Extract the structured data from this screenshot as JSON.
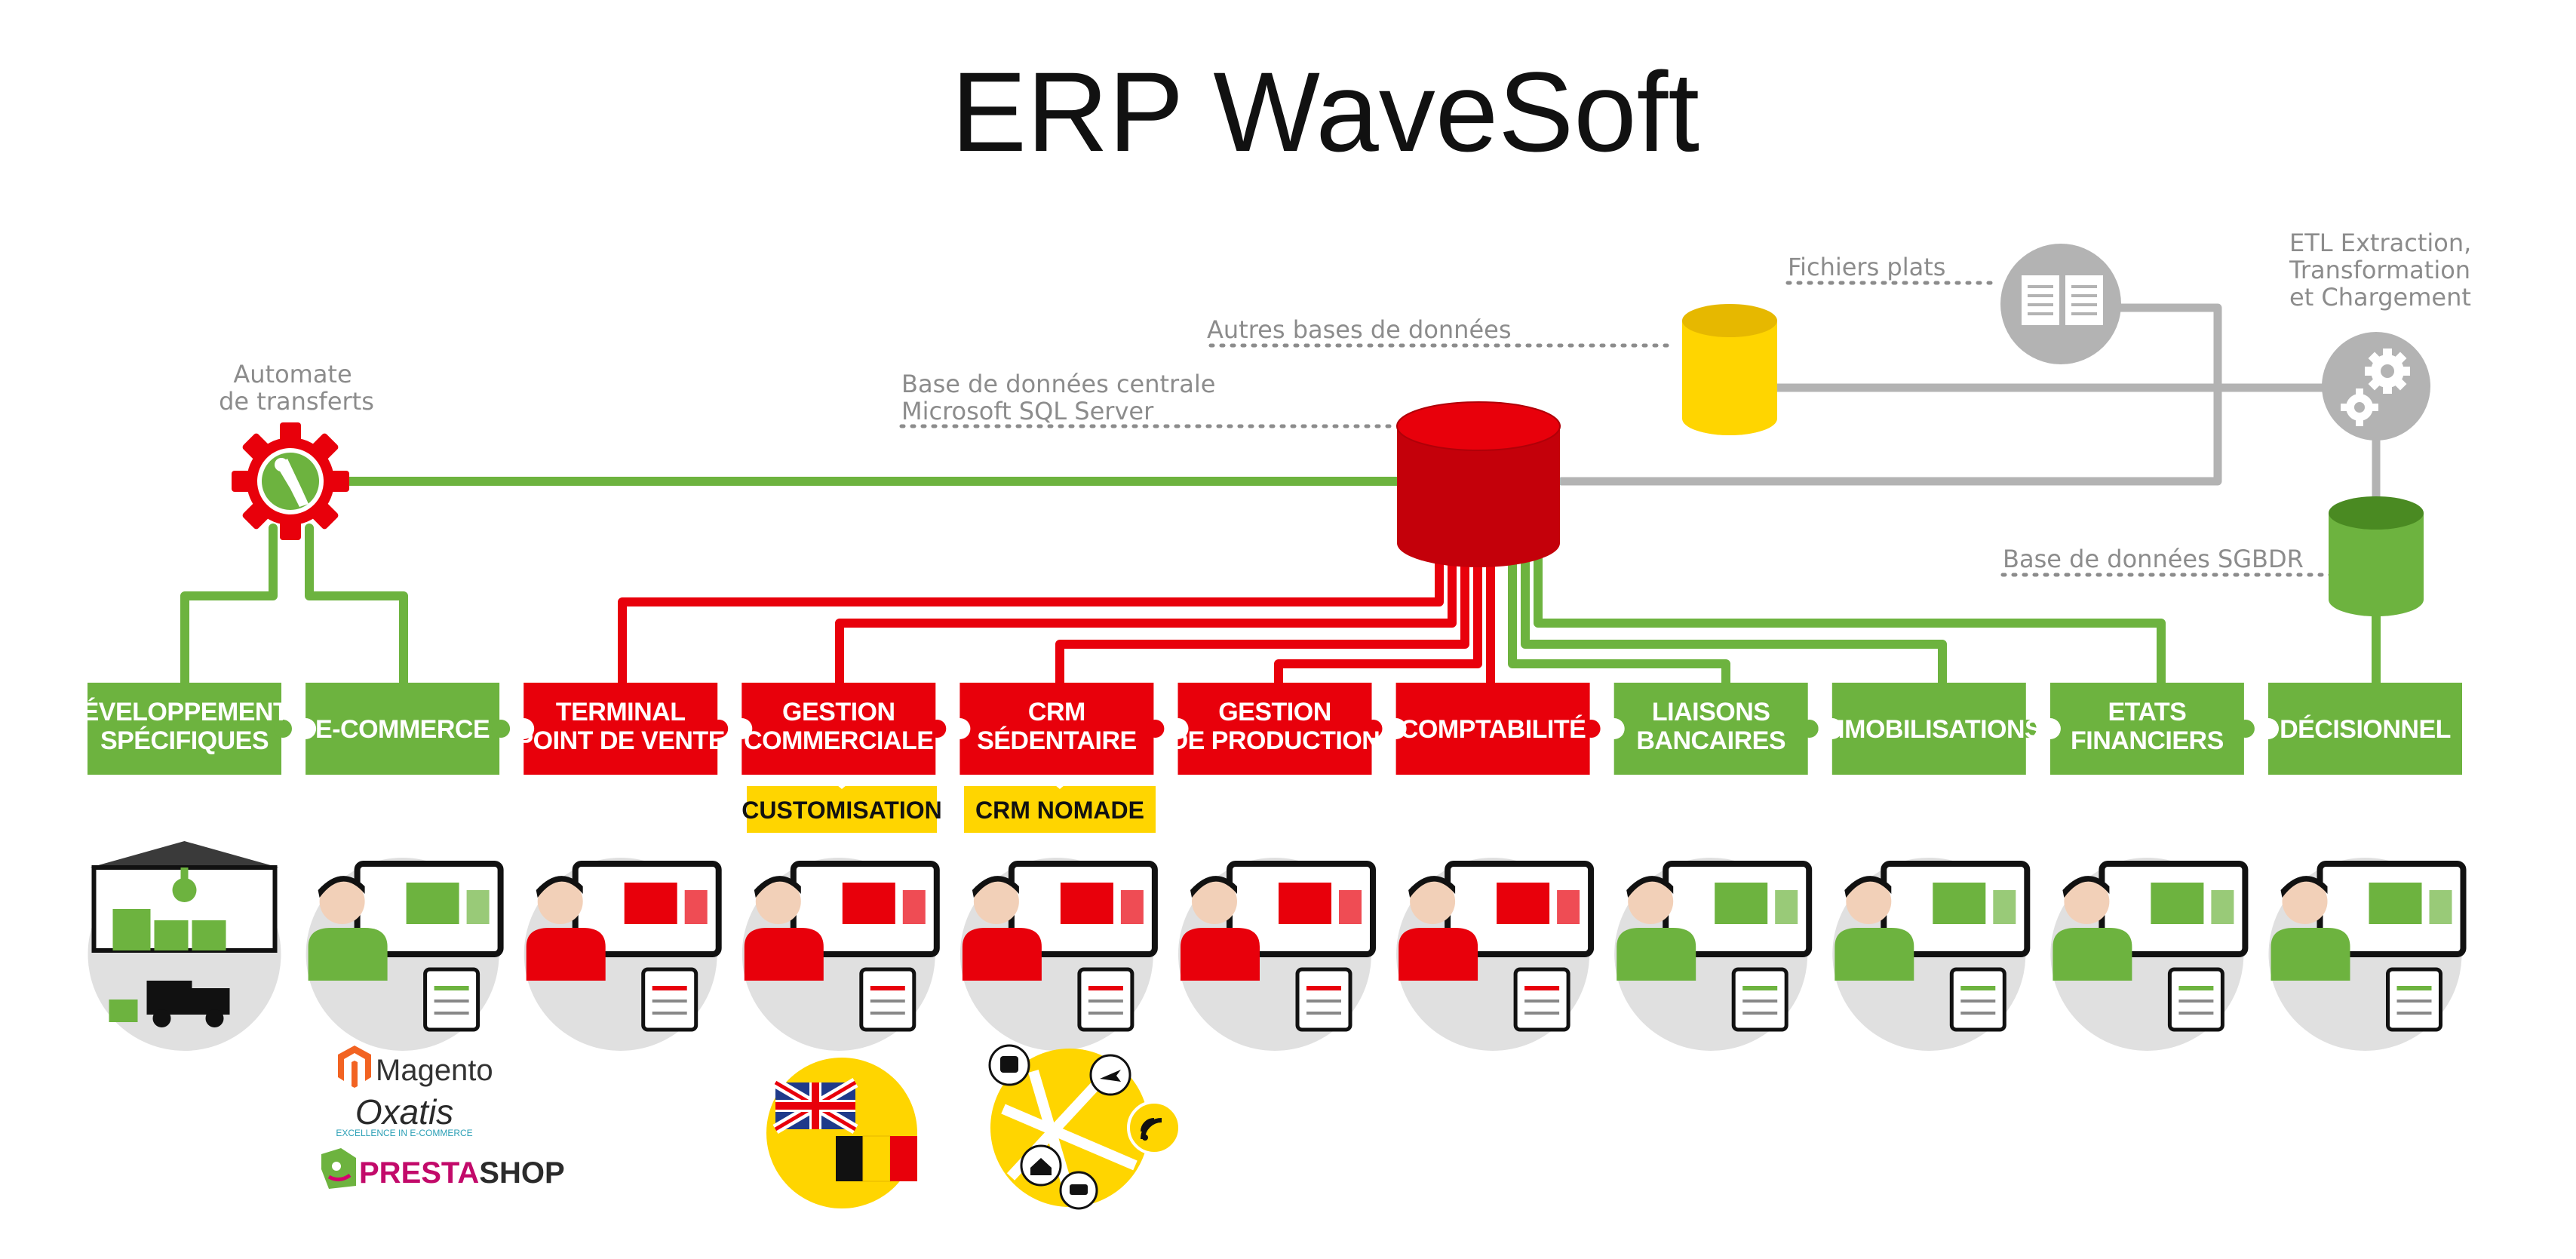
{
  "title": "ERP WaveSoft",
  "colors": {
    "green": "#6db33f",
    "red": "#e8000b",
    "darkred": "#b00008",
    "grey": "#b3b3b3",
    "yellow": "#ffd500",
    "text_grey": "#8c8c8c"
  },
  "labels": {
    "automate": [
      "Automate",
      "de transferts"
    ],
    "base_centrale": [
      "Base de données centrale",
      "Microsoft SQL Server"
    ],
    "autres_bases": "Autres bases de données",
    "fichiers_plats": "Fichiers plats",
    "etl": [
      "ETL Extraction,",
      "Transformation",
      "et Chargement"
    ],
    "base_sgbdr": "Base de données SGBDR"
  },
  "modules": [
    {
      "id": "dev",
      "color": "green",
      "lines": [
        "DÉVELOPPEMENTS",
        "SPÉCIFIQUES"
      ],
      "icon": "warehouse-robot-icon"
    },
    {
      "id": "ecom",
      "color": "green",
      "lines": [
        "E-COMMERCE"
      ],
      "icon": "online-shopping-icon"
    },
    {
      "id": "tpv",
      "color": "red",
      "lines": [
        "TERMINAL",
        "POINT DE VENTE"
      ],
      "icon": "cash-register-icon"
    },
    {
      "id": "gc",
      "color": "red",
      "lines": [
        "GESTION",
        "COMMERCIALE"
      ],
      "icon": "sales-management-icon"
    },
    {
      "id": "crm",
      "color": "red",
      "lines": [
        "CRM",
        "SÉDENTAIRE"
      ],
      "icon": "crm-documents-icon"
    },
    {
      "id": "prod",
      "color": "red",
      "lines": [
        "GESTION",
        "DE PRODUCTION"
      ],
      "icon": "production-robot-icon"
    },
    {
      "id": "compta",
      "color": "red",
      "lines": [
        "COMPTABILITÉ"
      ],
      "icon": "accounting-scale-icon"
    },
    {
      "id": "banc",
      "color": "green",
      "lines": [
        "LIAISONS",
        "BANCAIRES"
      ],
      "icon": "bank-transfer-icon"
    },
    {
      "id": "immo",
      "color": "green",
      "lines": [
        "IMMOBILISATIONS"
      ],
      "icon": "fixed-assets-icon"
    },
    {
      "id": "etats",
      "color": "green",
      "lines": [
        "ETATS",
        "FINANCIERS"
      ],
      "icon": "financial-statements-icon"
    },
    {
      "id": "deci",
      "color": "green",
      "lines": [
        "DÉCISIONNEL"
      ],
      "icon": "business-intelligence-icon"
    }
  ],
  "sub_modules": [
    {
      "label": "CUSTOMISATION",
      "icon": "flags-languages-icon"
    },
    {
      "label": "CRM NOMADE",
      "icon": "mobile-map-icon"
    }
  ],
  "partner_logos": [
    {
      "name": "Magento",
      "icon": "magento-logo-icon"
    },
    {
      "name": "Oxatis",
      "tagline": "EXCELLENCE IN E-COMMERCE",
      "icon": "oxatis-logo-icon"
    },
    {
      "name": "PRESTA",
      "name2": "SHOP",
      "icon": "prestashop-logo-icon"
    }
  ]
}
